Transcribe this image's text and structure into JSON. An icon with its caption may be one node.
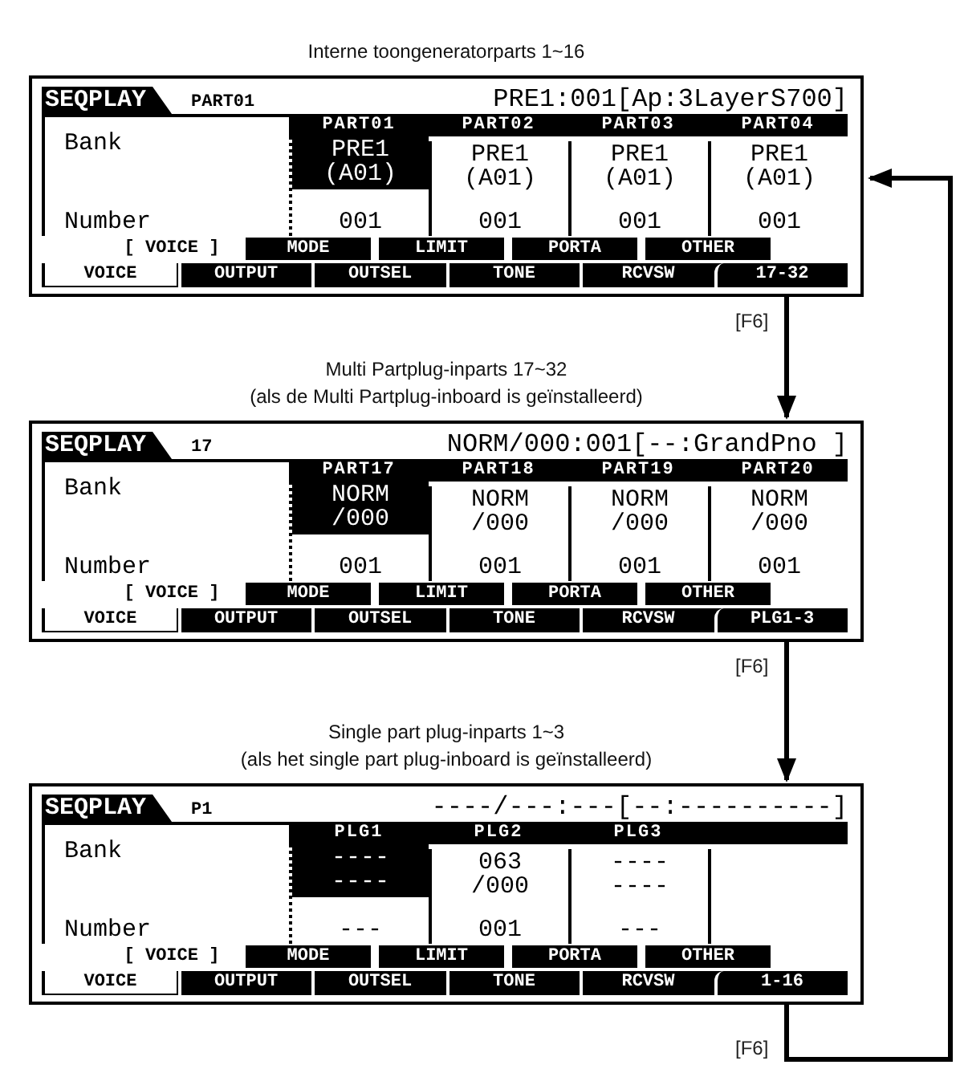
{
  "diagram": {
    "nodes": [
      {
        "text": [
          "SEQPLAY",
          "PART01",
          "PRE1:001[Ap:3LayerS700]",
          "Bank",
          "Number",
          "PART01",
          "PRE1 (A01)",
          "001",
          "PART02",
          "PRE1 (A01)",
          "001",
          "PART03",
          "PRE1 (A01)",
          "001",
          "PART04",
          "PRE1 (A01)",
          "001",
          "[ VOICE ]",
          "MODE",
          "LIMIT",
          "PORTA",
          "OTHER",
          "VOICE",
          "OUTPUT",
          "OUTSEL",
          "TONE",
          "RCVSW",
          "17-32"
        ],
        "beside": [
          "Interne toongeneratorparts 1~16"
        ]
      },
      {
        "text": [
          "SEQPLAY",
          "17",
          "NORM/000:001[--:GrandPno ]",
          "Bank",
          "Number",
          "PART17",
          "NORM /000",
          "001",
          "PART18",
          "NORM /000",
          "001",
          "PART19",
          "NORM /000",
          "001",
          "PART20",
          "NORM /000",
          "001",
          "[ VOICE ]",
          "MODE",
          "LIMIT",
          "PORTA",
          "OTHER",
          "VOICE",
          "OUTPUT",
          "OUTSEL",
          "TONE",
          "RCVSW",
          "PLG1-3"
        ],
        "beside": [
          "Multi Partplug-inparts 17~32",
          "(als de Multi Partplug-inboard is geïnstalleerd)"
        ]
      },
      {
        "text": [
          "SEQPLAY",
          "P1",
          "----/---:---[--:----------]",
          "Bank",
          "Number",
          "PLG1",
          "---- ----",
          "---",
          "PLG2",
          "063 /000",
          "001",
          "PLG3",
          "---- ----",
          "---",
          "[ VOICE ]",
          "MODE",
          "LIMIT",
          "PORTA",
          "OTHER",
          "VOICE",
          "OUTPUT",
          "OUTSEL",
          "TONE",
          "RCVSW",
          "1-16"
        ],
        "beside": [
          "Single part plug-inparts 1~3",
          "(als het single part plug-inboard is geïnstalleerd)"
        ]
      }
    ],
    "edges": [
      {
        "from": 0,
        "to": 1,
        "arrow": "to",
        "label": "[F6]"
      },
      {
        "from": 1,
        "to": 2,
        "arrow": "to",
        "label": "[F6]"
      },
      {
        "from": 2,
        "to": 0,
        "arrow": "to",
        "label": "[F6]"
      }
    ]
  }
}
